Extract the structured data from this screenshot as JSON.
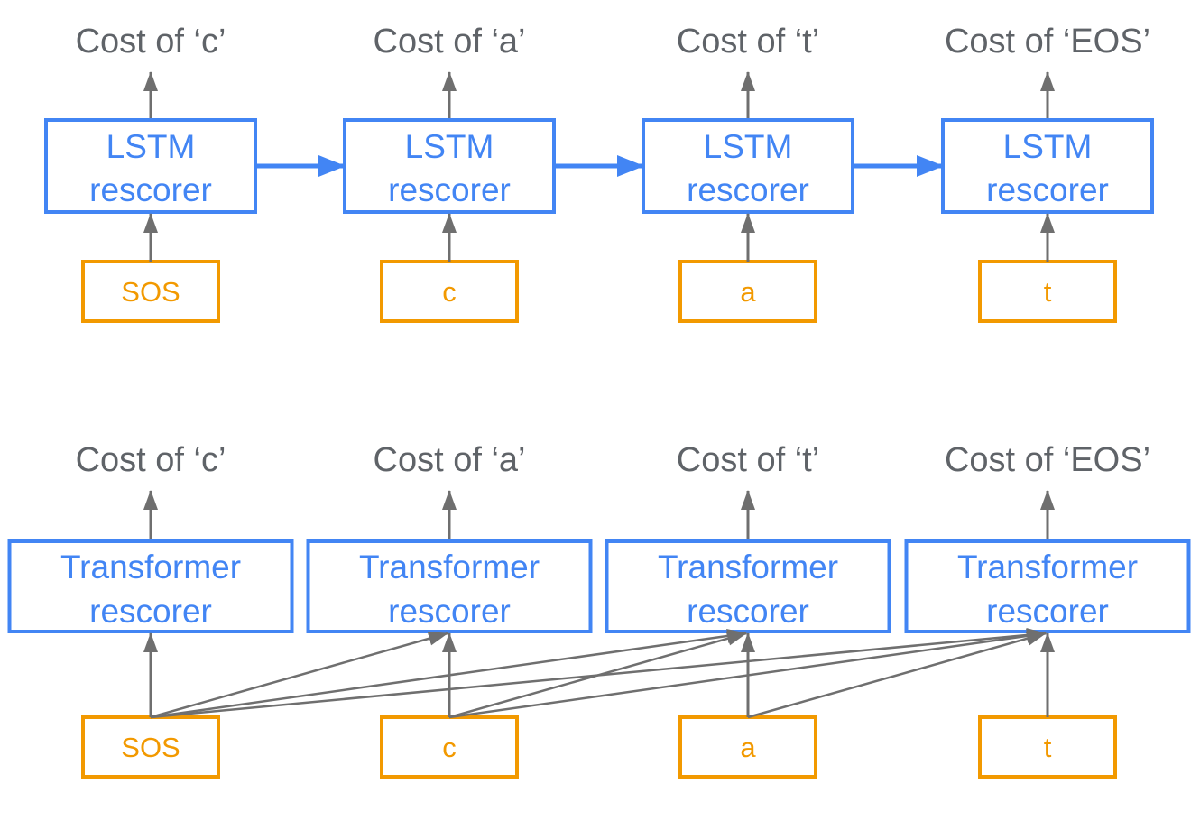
{
  "colors": {
    "model": "#4285f4",
    "token": "#f29900",
    "arrow": "#6f6f6f",
    "cost_text": "#5f6368",
    "background": "#ffffff"
  },
  "lstm_row": {
    "costs": [
      "Cost of ‘c’",
      "Cost of ‘a’",
      "Cost of ‘t’",
      "Cost of ‘EOS’"
    ],
    "model_line1": "LSTM",
    "model_line2": "rescorer",
    "tokens": [
      "SOS",
      "c",
      "a",
      "t"
    ],
    "recurrent_connections": [
      [
        0,
        1
      ],
      [
        1,
        2
      ],
      [
        2,
        3
      ]
    ]
  },
  "transformer_row": {
    "costs": [
      "Cost of ‘c’",
      "Cost of ‘a’",
      "Cost of ‘t’",
      "Cost of ‘EOS’"
    ],
    "model_line1": "Transformer",
    "model_line2": "rescorer",
    "tokens": [
      "SOS",
      "c",
      "a",
      "t"
    ],
    "attention_connections": [
      [
        0,
        1
      ],
      [
        0,
        2
      ],
      [
        0,
        3
      ],
      [
        1,
        2
      ],
      [
        1,
        3
      ],
      [
        2,
        3
      ]
    ]
  }
}
